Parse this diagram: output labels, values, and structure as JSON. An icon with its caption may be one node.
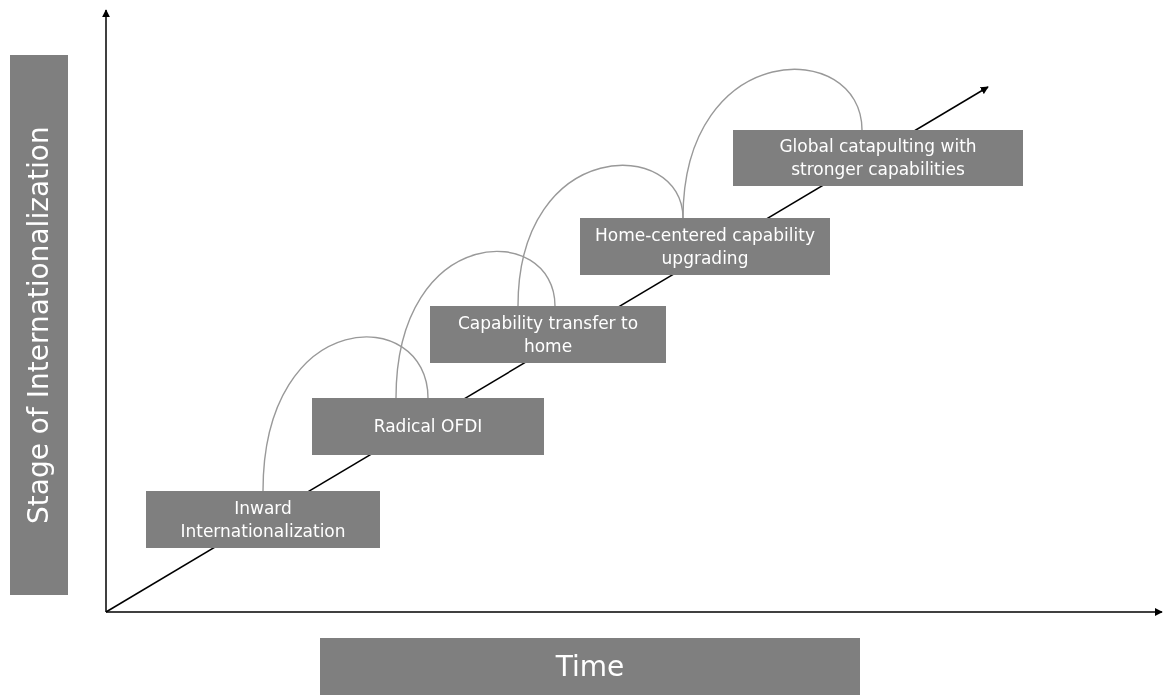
{
  "diagram": {
    "nodes": [
      {
        "text": [
          "Inward Internationalization"
        ]
      },
      {
        "text": [
          "Radical OFDI"
        ]
      },
      {
        "text": [
          "Capability transfer to home"
        ]
      },
      {
        "text": [
          "Home-centered capability upgrading"
        ]
      },
      {
        "text": [
          "Global catapulting with stronger capabilities"
        ]
      },
      {
        "text": [
          "Stage of Internationalization"
        ]
      },
      {
        "text": [
          "Time"
        ]
      }
    ],
    "edges": [
      {
        "from": 0,
        "to": 1,
        "arrow": "none"
      },
      {
        "from": 1,
        "to": 2,
        "arrow": "none"
      },
      {
        "from": 2,
        "to": 3,
        "arrow": "none"
      },
      {
        "from": 3,
        "to": 4,
        "arrow": "none"
      }
    ]
  }
}
